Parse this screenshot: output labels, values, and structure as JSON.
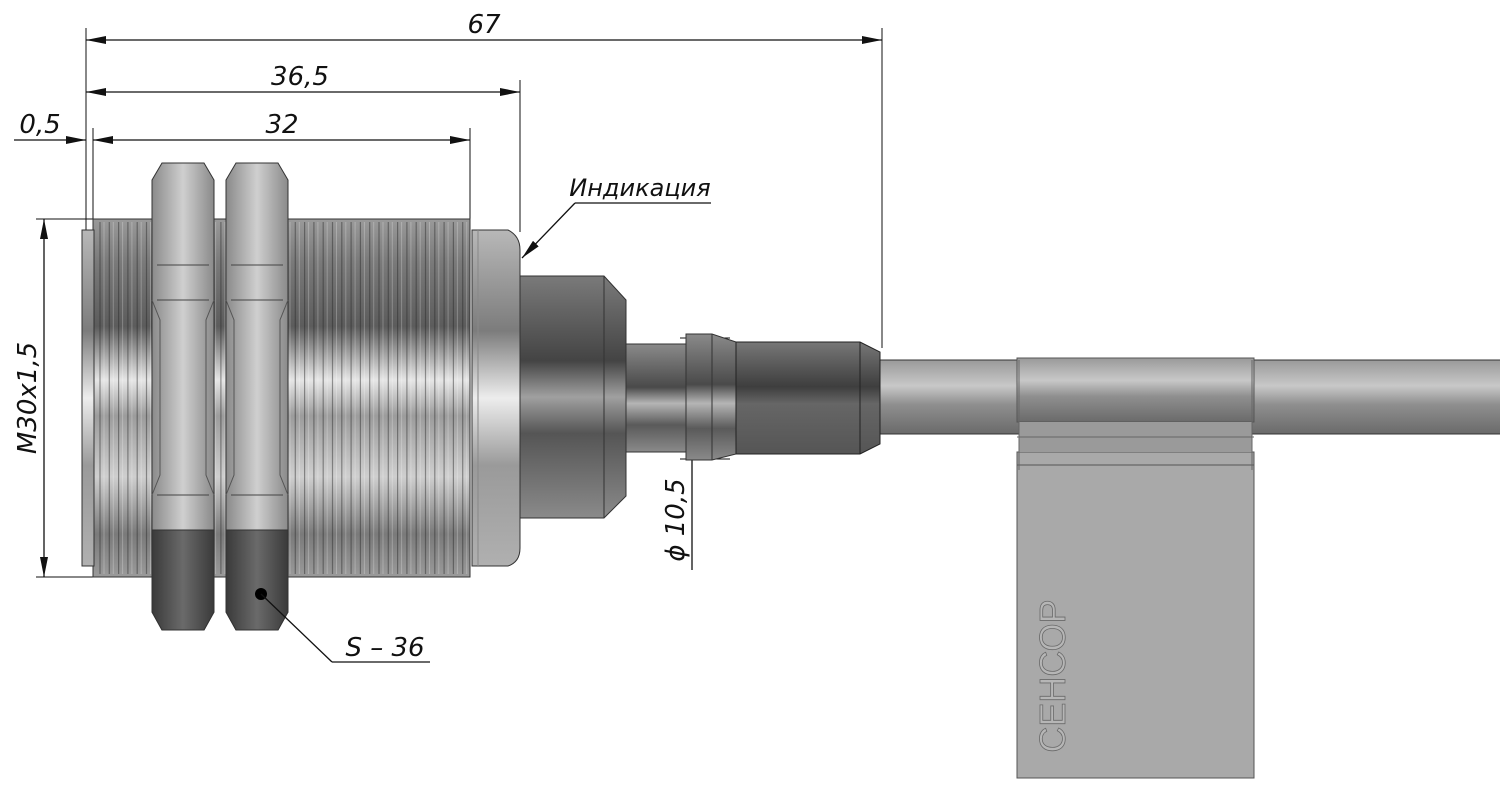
{
  "dimensions": {
    "overall_length": "67",
    "thread_body_length": "36,5",
    "thread_length": "32",
    "thread_offset": "0,5",
    "thread_size": "M30x1,5",
    "cable_diameter": "ϕ 10,5"
  },
  "callouts": {
    "indication": "Индикация",
    "nut_size": "S – 36"
  },
  "label": {
    "brand": "СЕНСОР"
  },
  "colors": {
    "background": "#ffffff",
    "metal_light": "#e8e8e8",
    "metal_mid": "#a8a8a8",
    "metal_dark": "#4a4a4a",
    "cable": "#8a8a8a",
    "tag": "#a9a9a9",
    "lines": "#111111"
  }
}
